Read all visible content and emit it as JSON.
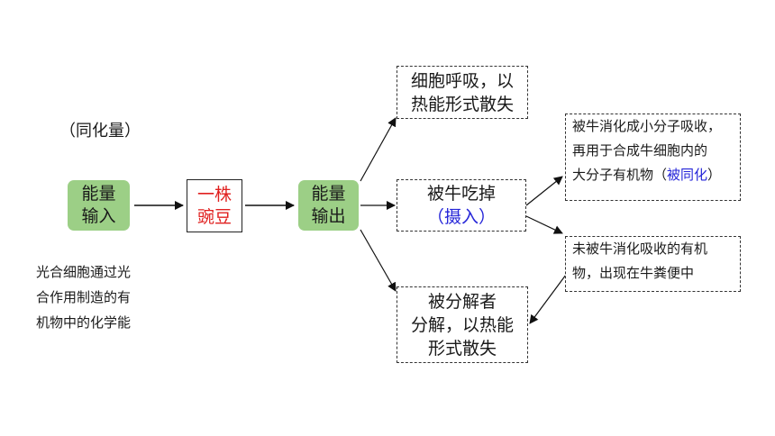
{
  "tongHua": "（同化量）",
  "energyInput": {
    "line1": "能量",
    "line2": "输入"
  },
  "plant": {
    "line1": "一株",
    "line2": "豌豆"
  },
  "energyOutput": {
    "line1": "能量",
    "line2": "输出"
  },
  "respiration": {
    "line1": "细胞呼吸，以",
    "line2": "热能形式散失"
  },
  "eaten": {
    "line1": "被牛吃掉",
    "line2": "（摄入）"
  },
  "decomposed": {
    "line1": "被分解者",
    "line2": "分解，以热能",
    "line3": "形式散失"
  },
  "assimilated": {
    "line1": "被牛消化成小分子吸收，",
    "line2": "再用于合成牛细胞内的",
    "line3_prefix": "大分子有机物（",
    "line3_blue": "被同化",
    "line3_suffix": "）"
  },
  "undigested": {
    "line1": "未被牛消化吸收的有机",
    "line2": "物，出现在牛粪便中"
  },
  "photosynthesis": {
    "line1": "光合细胞通过光",
    "line2": "合作用制造的有",
    "line3": "机物中的化学能"
  },
  "colors": {
    "green": "#9ccf86",
    "red": "#e0201f",
    "blue": "#2424d8"
  }
}
